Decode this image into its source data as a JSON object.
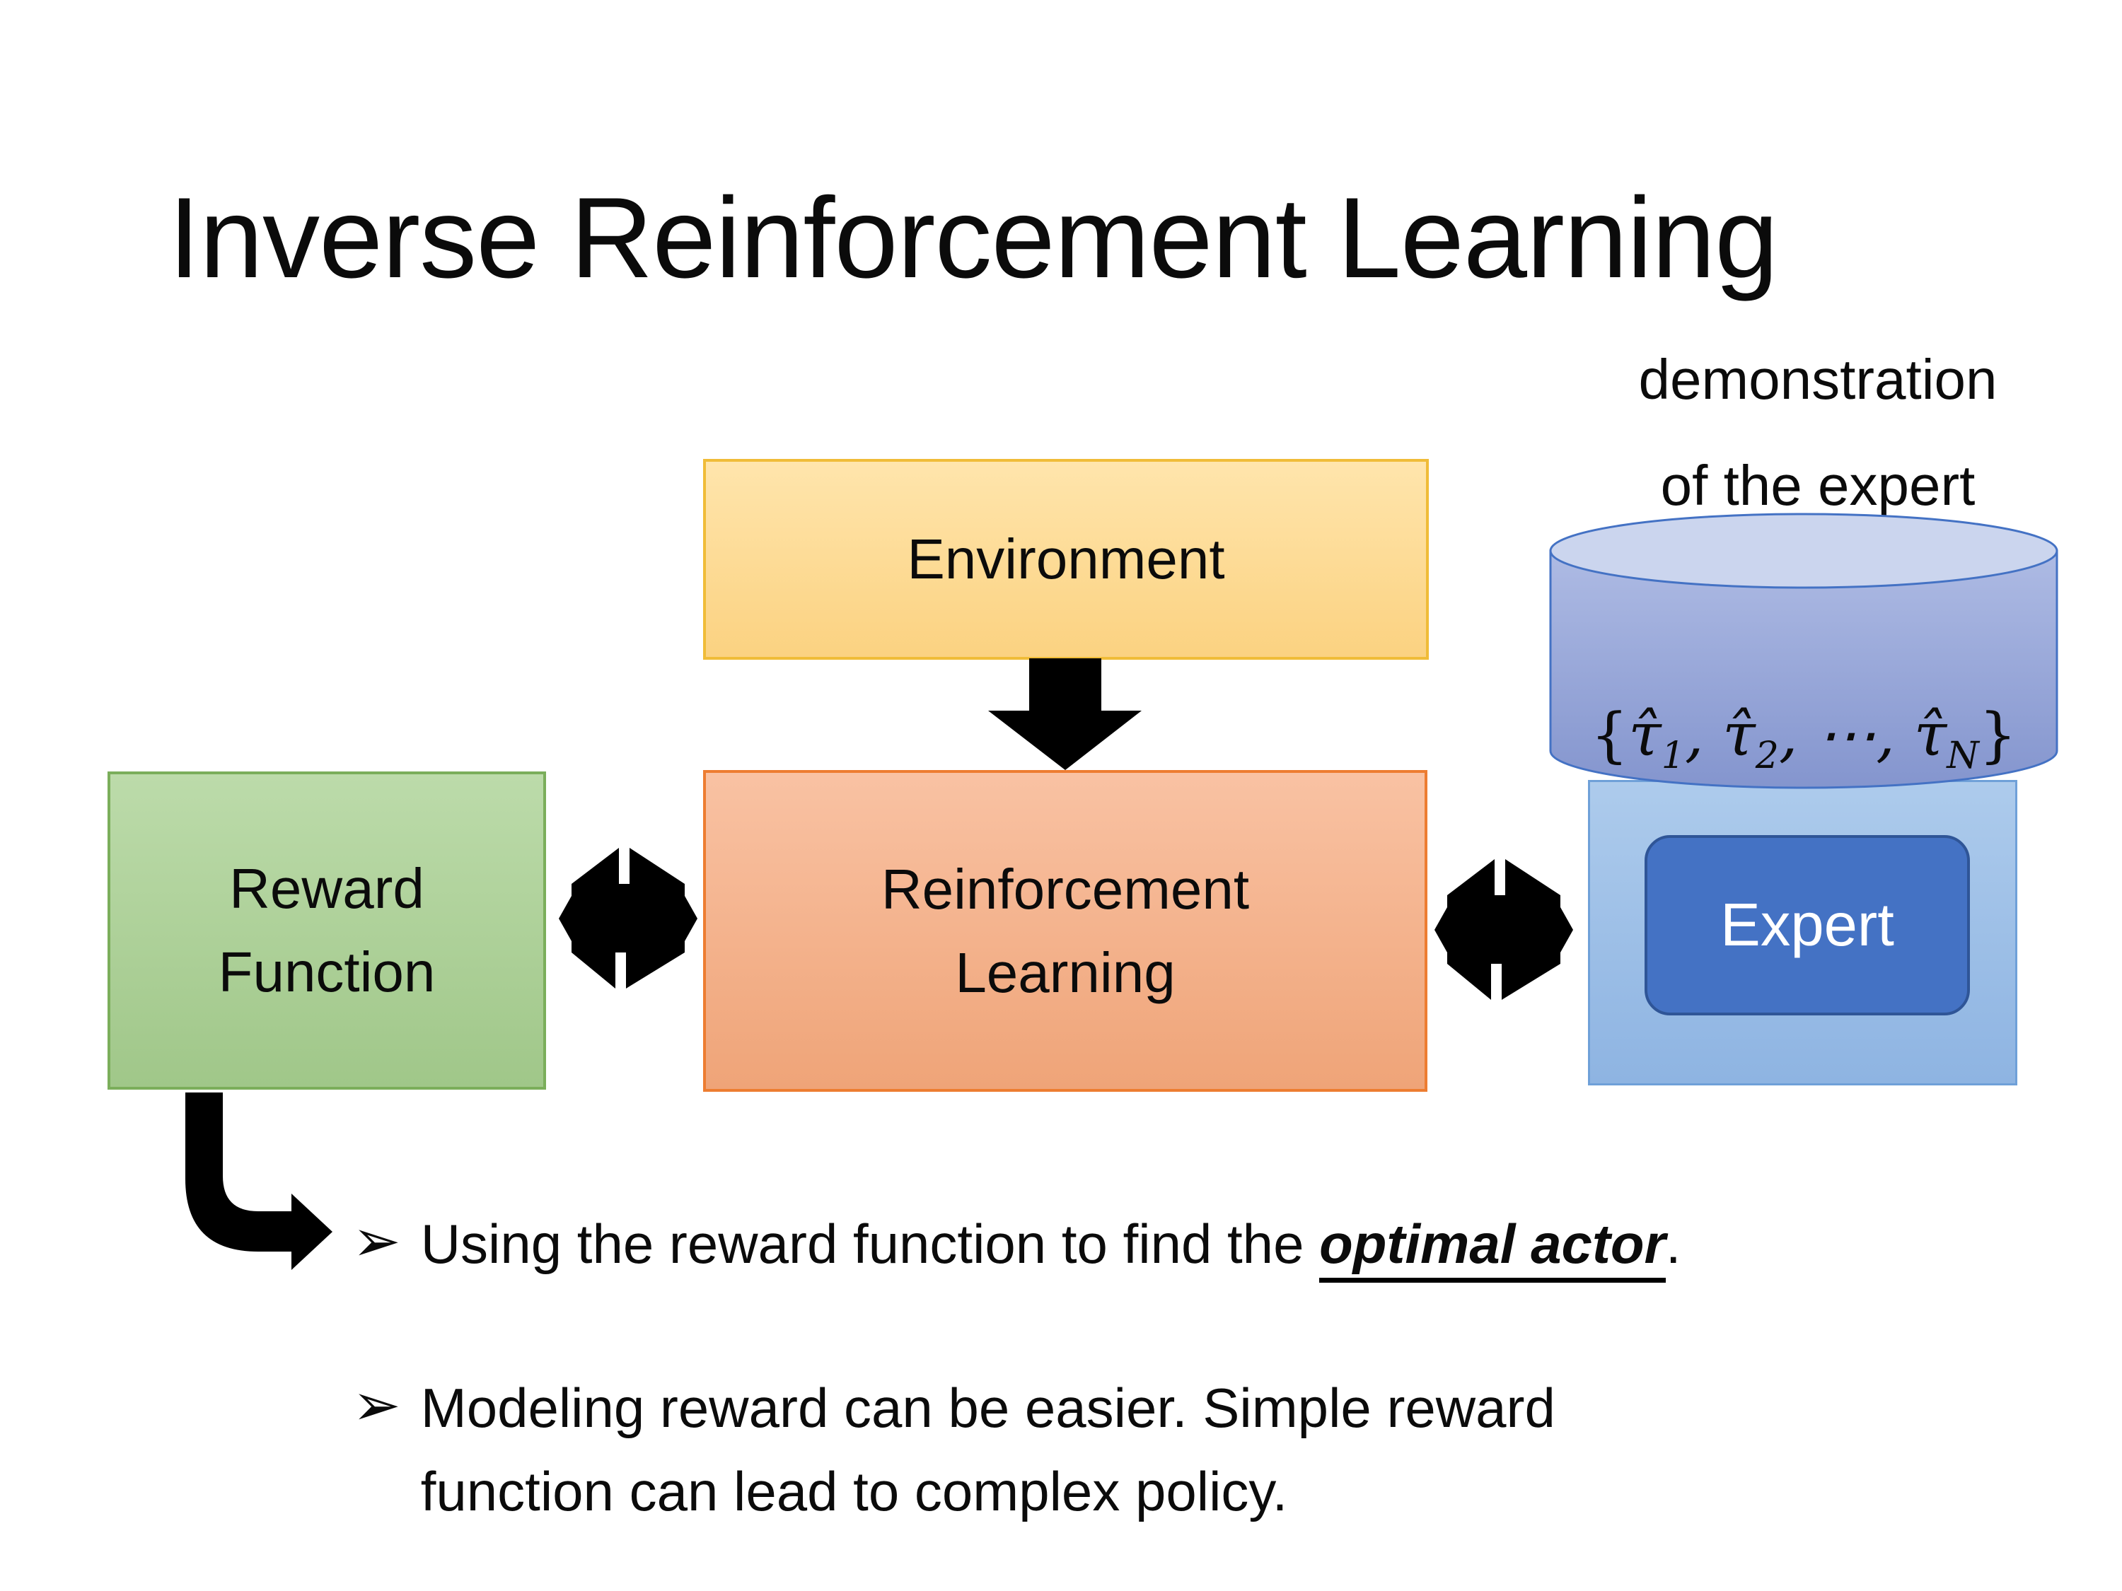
{
  "slide": {
    "title": "Inverse Reinforcement Learning"
  },
  "diagram": {
    "demo_label_line1": "demonstration",
    "demo_label_line2": "of the expert",
    "environment_label": "Environment",
    "reward_line1": "Reward",
    "reward_line2": "Function",
    "rl_line1": "Reinforcement",
    "rl_line2": "Learning",
    "expert_label": "Expert",
    "formula": {
      "open": "{",
      "tau1": "τ̂",
      "sub1": "1",
      "c1": ", ",
      "tau2": "τ̂",
      "sub2": "2",
      "c2": ", ",
      "dots": "⋯",
      "c3": ", ",
      "tauN": "τ̂",
      "subN": "N",
      "close": "}"
    },
    "colors": {
      "environment_fill_top": "#ffe5ac",
      "environment_fill_bottom": "#fbd281",
      "environment_border": "#f0bc38",
      "reward_fill_top": "#bcdbaa",
      "reward_fill_bottom": "#a0c789",
      "reward_border": "#7bae5b",
      "rl_fill_top": "#f9c2a3",
      "rl_fill_bottom": "#efa478",
      "rl_border": "#ed7d31",
      "expert_container_fill": "#9dc3e6",
      "expert_container_border": "#6fa0d8",
      "expert_fill": "#4472c4",
      "expert_border": "#2f5597",
      "cylinder_top_fill": "#cbd5ee",
      "cylinder_body_top": "#aebbe4",
      "cylinder_body_bottom": "#8495ce",
      "cylinder_border": "#4472c4",
      "arrow_color": "#000000"
    }
  },
  "bullets": {
    "marker": "➢",
    "b1_pre": "Using the reward function to find the ",
    "b1_emphasis": "optimal actor",
    "b1_post": ".",
    "b2_line1": "Modeling reward can be easier. Simple reward",
    "b2_line2": "function can lead to complex policy."
  }
}
